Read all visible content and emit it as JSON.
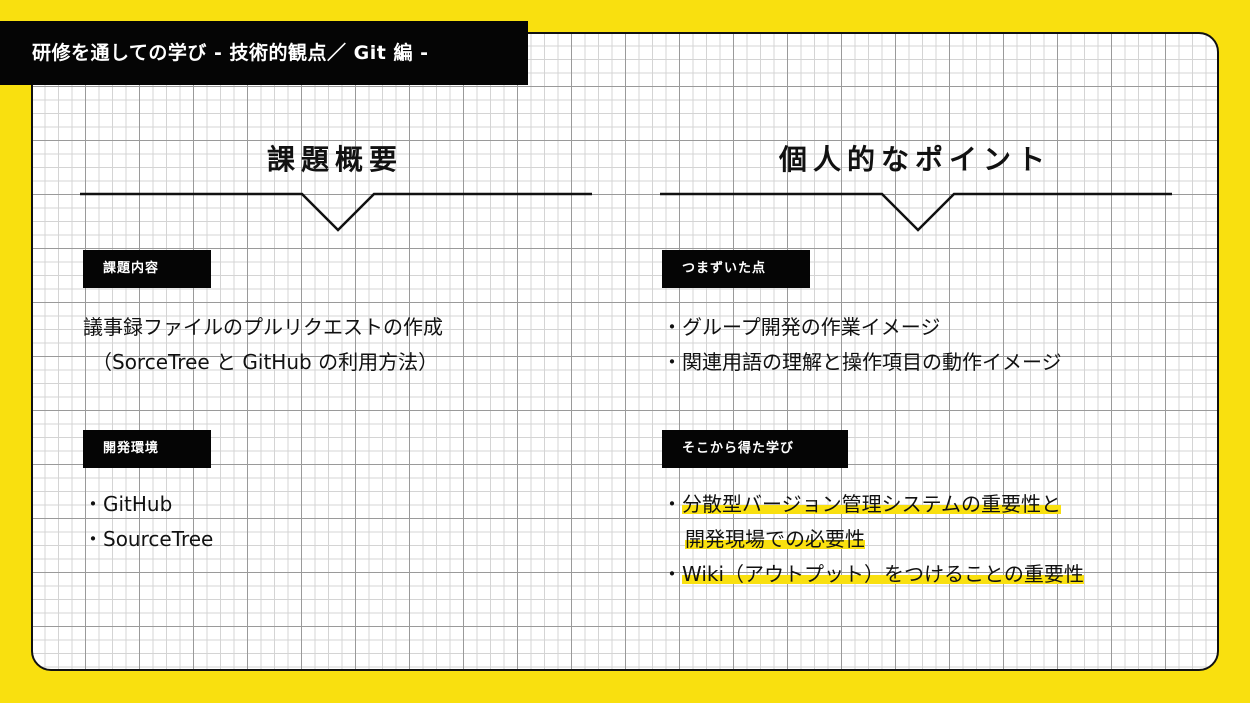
{
  "title": "研修を通しての学び - 技術的観点／ Git 編 -",
  "left": {
    "heading": "課題概要",
    "task_label": "課題内容",
    "task_lines": [
      "議事録ファイルのプルリクエストの作成",
      "（SorceTree と GitHub の利用方法）"
    ],
    "env_label": "開発環境",
    "env_items": [
      "・GitHub",
      "・SourceTree"
    ]
  },
  "right": {
    "heading": "個人的なポイント",
    "stumble_label": "つまずいた点",
    "stumble_items": [
      "・グループ開発の作業イメージ",
      "・関連用語の理解と操作項目の動作イメージ"
    ],
    "learn_label": "そこから得た学び",
    "learn_bullets": [
      "・",
      "・"
    ],
    "learn_items": [
      "分散型バージョン管理システムの重要性と",
      "開発現場での必要性",
      "Wiki（アウトプット）をつけることの重要性"
    ]
  },
  "colors": {
    "accent": "#f9e00f",
    "dark": "#050505"
  }
}
